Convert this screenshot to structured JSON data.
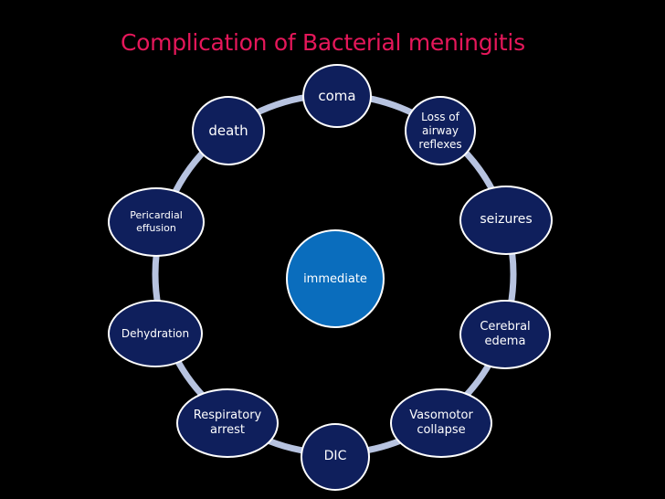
{
  "title": "Complication of Bacterial meningitis",
  "center": {
    "label": "immediate"
  },
  "nodes": [
    {
      "id": "coma",
      "label": "coma"
    },
    {
      "id": "loss-of-airway-reflexes",
      "label": "Loss of\nairway\nreflexes"
    },
    {
      "id": "seizures",
      "label": "seizures"
    },
    {
      "id": "cerebral-edema",
      "label": "Cerebral\nedema"
    },
    {
      "id": "vasomotor-collapse",
      "label": "Vasomotor\ncollapse"
    },
    {
      "id": "dic",
      "label": "DIC"
    },
    {
      "id": "respiratory-arrest",
      "label": "Respiratory\narrest"
    },
    {
      "id": "dehydration",
      "label": "Dehydration"
    },
    {
      "id": "pericardial-effusion",
      "label": "Pericardial\neffusion"
    },
    {
      "id": "death",
      "label": "death"
    }
  ],
  "colors": {
    "background": "#000000",
    "title": "#e5175a",
    "node_fill": "#0f1f5c",
    "center_fill": "#0a6dbd",
    "ring": "#b7c3e0",
    "node_border": "#ffffff"
  }
}
